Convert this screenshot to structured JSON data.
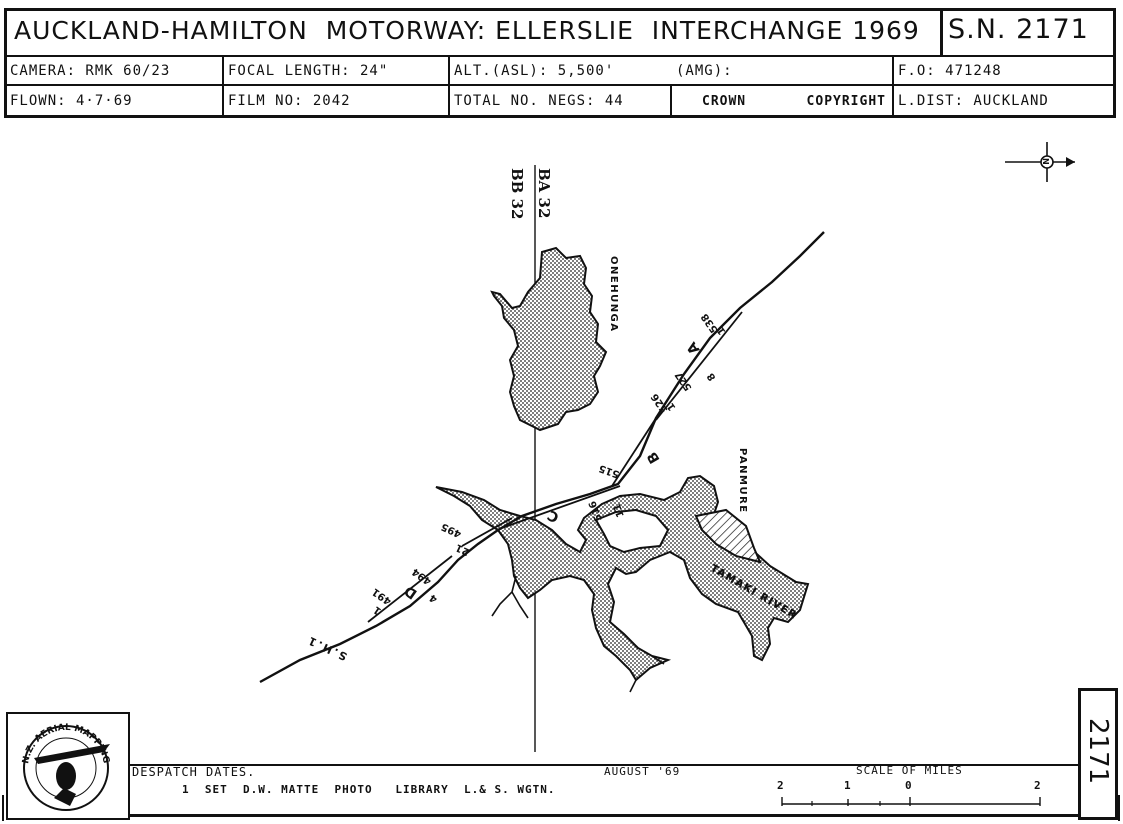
{
  "header": {
    "title": "AUCKLAND-HAMILTON  MOTORWAY: ELLERSLIE  INTERCHANGE 1969",
    "sheet_number": "S.N. 2171",
    "row1": {
      "camera": "CAMERA: RMK 60/23",
      "focal_length": "FOCAL LENGTH: 24\"",
      "altitude": "ALT.(ASL): 5,500'",
      "amg": "(AMG):",
      "fo": "F.O: 471248"
    },
    "row2": {
      "flown": "FLOWN: 4·7·69",
      "film_no": "FILM NO:  2042",
      "total_negs": "TOTAL NO. NEGS: 44",
      "crown": "CROWN",
      "copyright": "COPYRIGHT",
      "l_dist": "L.DIST: AUCKLAND"
    }
  },
  "map": {
    "grid_labels": {
      "left": "BB 32",
      "right": "BA 32"
    },
    "places": {
      "onehunga": "ONEHUNGA",
      "panmure": "PANMURE",
      "tamaki_river": "TAMAKI RIVER",
      "sh1": "S.H.1"
    },
    "run_labels": {
      "a": "A",
      "b": "B",
      "c": "C",
      "d": "D"
    },
    "photo_numbers": [
      "538",
      "527",
      "526",
      "516",
      "515",
      "495",
      "21",
      "494",
      "491",
      "11",
      "8",
      "1",
      "1",
      "1",
      "4"
    ],
    "compass_letter": "N"
  },
  "side_number": "2171",
  "footer": {
    "logo_text": "N.Z. AERIAL MAPPING LTD.",
    "despatch_label": "DESPATCH DATES.",
    "despatch_line": "1  SET  D.W. MATTE  PHOTO   LIBRARY  L.& S. WGTN.",
    "date": "AUGUST '69",
    "scale_title": "SCALE  OF  MILES",
    "scale_ticks": [
      "2",
      "1",
      "0",
      "2"
    ]
  }
}
